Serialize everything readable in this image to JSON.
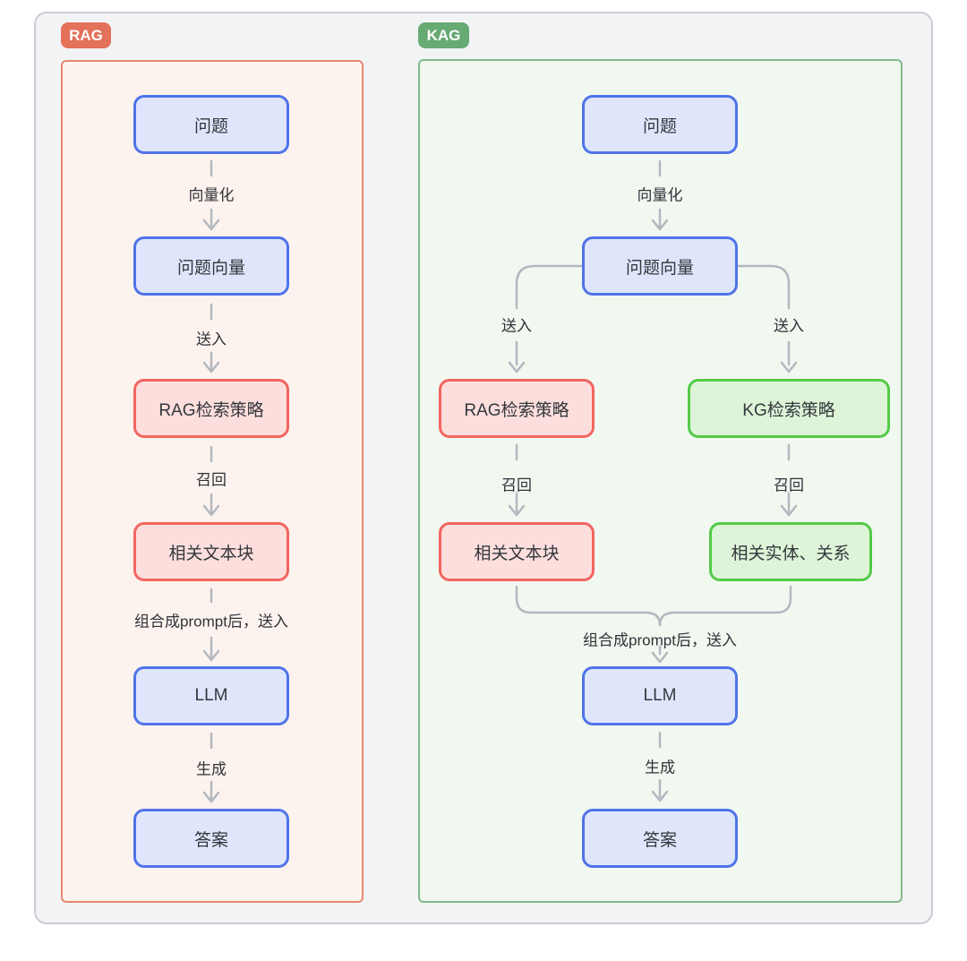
{
  "rag_panel": {
    "badge": "RAG",
    "nodes": [
      {
        "label": "问题",
        "type": "blue"
      },
      {
        "label": "问题向量",
        "type": "blue"
      },
      {
        "label": "RAG检索策略",
        "type": "red"
      },
      {
        "label": "相关文本块",
        "type": "red"
      },
      {
        "label": "LLM",
        "type": "blue"
      },
      {
        "label": "答案",
        "type": "blue"
      }
    ],
    "edge_labels": [
      "向量化",
      "送入",
      "召回",
      "组合成prompt后，送入",
      "生成"
    ]
  },
  "kag_panel": {
    "badge": "KAG",
    "nodes": [
      {
        "label": "问题",
        "type": "blue"
      },
      {
        "label": "问题向量",
        "type": "blue"
      },
      {
        "label": "RAG检索策略",
        "type": "red"
      },
      {
        "label": "KG检索策略",
        "type": "green"
      },
      {
        "label": "相关文本块",
        "type": "red"
      },
      {
        "label": "相关实体、关系",
        "type": "green"
      },
      {
        "label": "LLM",
        "type": "blue"
      },
      {
        "label": "答案",
        "type": "blue"
      }
    ],
    "edge_labels": [
      "向量化",
      "送入",
      "送入",
      "召回",
      "召回",
      "组合成prompt后，送入",
      "生成"
    ]
  },
  "colors": {
    "blue_node_border": "#4f73e9",
    "blue_node_fill": "#dfe6fc",
    "red_node_border": "#f2655f",
    "red_node_fill": "#fcdedd",
    "green_node_border": "#52ca47",
    "green_node_fill": "#def4d8",
    "rag_badge": "#e4715a",
    "kag_badge": "#68aa74",
    "rag_panel_border": "#e8876f",
    "rag_panel_fill": "#fdf3ee",
    "kag_panel_border": "#82b98a",
    "kag_panel_fill": "#f1f8f0",
    "outer_card_fill": "#f2f3f5",
    "outer_card_border": "#c9cdd3",
    "connector": "#b3b8bf"
  }
}
